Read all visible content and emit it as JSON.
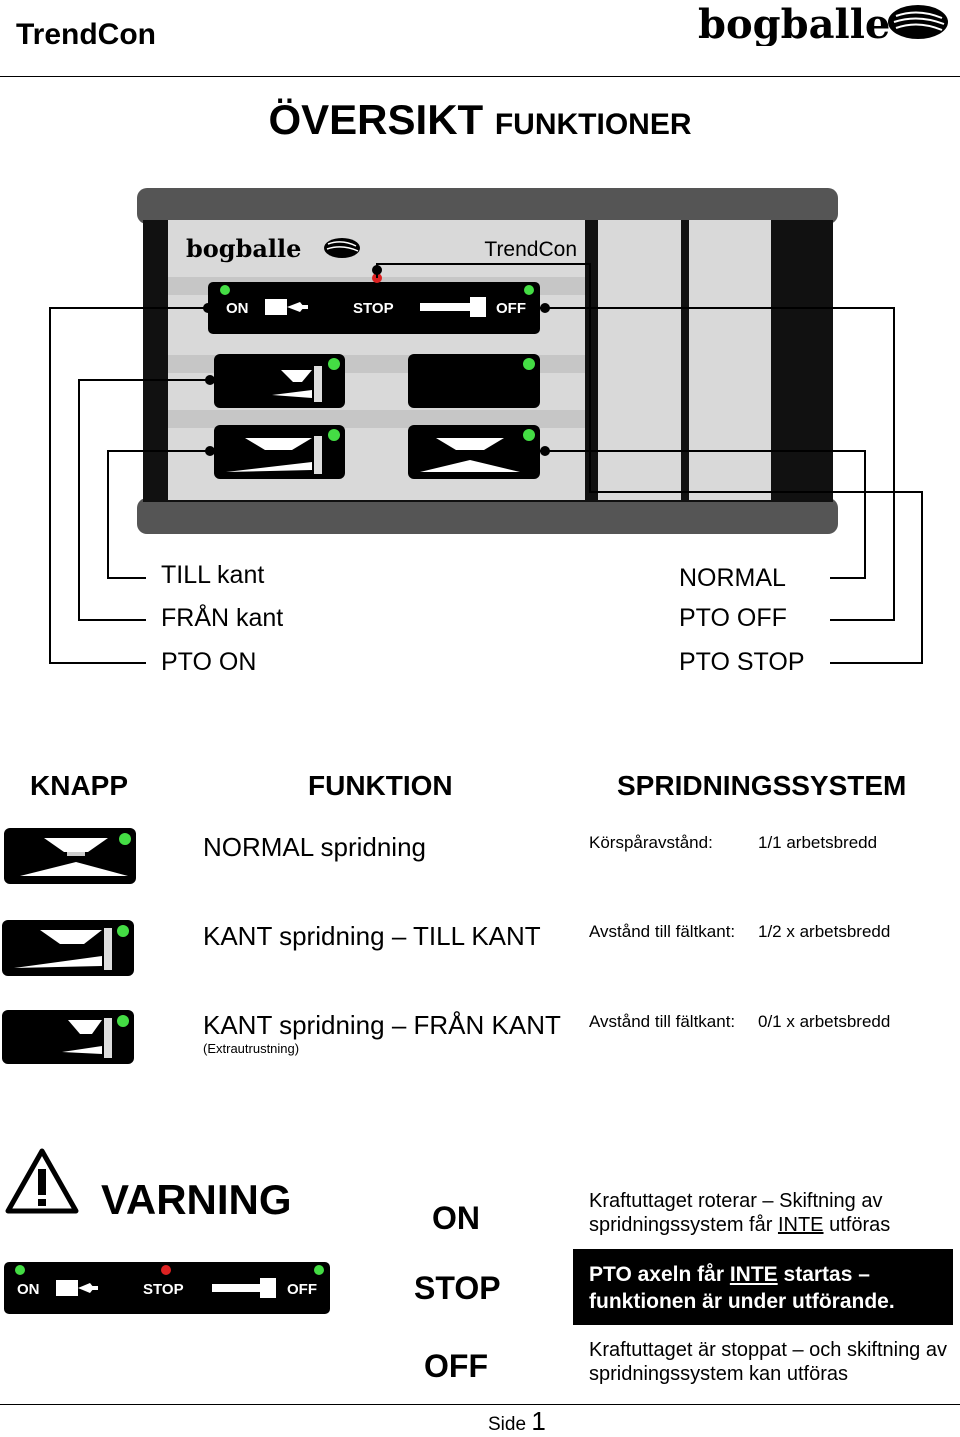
{
  "header": {
    "title": "TrendCon",
    "brand": "bogballe"
  },
  "main_title": {
    "big": "ÖVERSIKT",
    "small": "FUNKTIONER"
  },
  "panel": {
    "brand": "bogballe",
    "model": "TrendCon",
    "pto_labels": {
      "on": "ON",
      "stop": "STOP",
      "off": "OFF"
    }
  },
  "callouts": {
    "left": [
      "TILL kant",
      "FRÅN kant",
      "PTO ON"
    ],
    "right": [
      "NORMAL",
      "PTO OFF",
      "PTO STOP"
    ]
  },
  "table": {
    "headers": [
      "KNAPP",
      "FUNKTION",
      "SPRIDNINGSSYSTEM"
    ],
    "rows": [
      {
        "function": "NORMAL spridning",
        "note": "",
        "system_label": "Körspåravstånd:",
        "system_value": "1/1 arbetsbredd"
      },
      {
        "function": "KANT spridning – TILL KANT",
        "note": "",
        "system_label": "Avstånd till fältkant:",
        "system_value": "1/2 x arbetsbredd"
      },
      {
        "function": "KANT spridning – FRÅN KANT",
        "note": "(Extrautrustning)",
        "system_label": "Avstånd till fältkant:",
        "system_value": "0/1 x arbetsbredd"
      }
    ]
  },
  "warning": {
    "title": "VARNING",
    "states": [
      "ON",
      "STOP",
      "OFF"
    ],
    "on_msg": {
      "pre": "Kraftuttaget roterar – Skiftning av spridningssystem får ",
      "u": "INTE",
      "post": " utföras"
    },
    "stop_msg": {
      "pre": "PTO axeln får ",
      "u": "INTE",
      "post": " startas – funktionen är under utförande."
    },
    "off_msg": "Kraftuttaget är stoppat – och skiftning av spridningssystem kan utföras"
  },
  "footer": {
    "label": "Side",
    "page": "1"
  },
  "colors": {
    "led_green": "#44dd44",
    "led_red": "#dd2222",
    "panel_dark": "#111111",
    "panel_mid": "#555555",
    "panel_light": "#d9d9d9"
  }
}
